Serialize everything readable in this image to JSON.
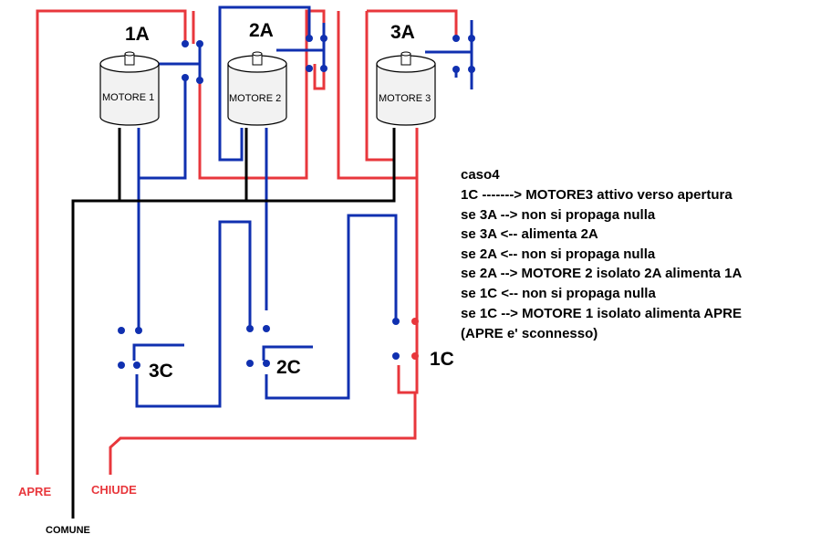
{
  "colors": {
    "red": "#e8373c",
    "blue": "#1030b0",
    "black": "#000000",
    "motor_body": "#f2f2f2"
  },
  "labels": {
    "relay_1a": "1A",
    "relay_2a": "2A",
    "relay_3a": "3A",
    "relay_1c": "1C",
    "relay_2c": "2C",
    "relay_3c": "3C",
    "motor_1": "MOTORE 1",
    "motor_2": "MOTORE 2",
    "motor_3": "MOTORE 3",
    "apre": "APRE",
    "chiude": "CHIUDE",
    "comune": "COMUNE"
  },
  "notes": [
    "caso4",
    "1C -------> MOTORE3 attivo verso apertura",
    "se 3A  --> non si propaga nulla",
    "se 3A  <-- alimenta 2A",
    "se 2A  <-- non si propaga nulla",
    "se 2A  --> MOTORE 2 isolato 2A alimenta 1A",
    "se 1C  <-- non si propaga nulla",
    "se 1C  -->  MOTORE 1 isolato alimenta APRE",
    "(APRE e' sconnesso)"
  ]
}
